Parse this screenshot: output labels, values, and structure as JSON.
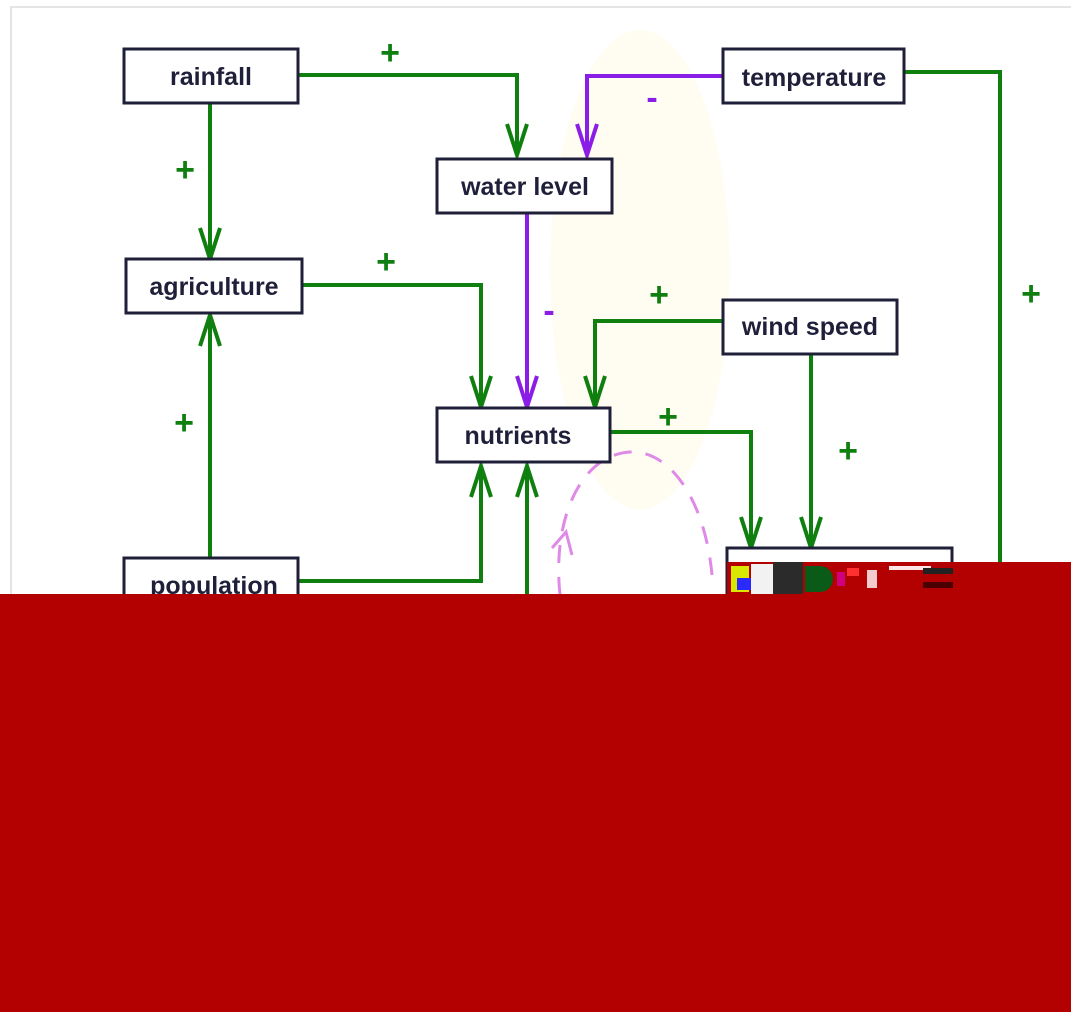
{
  "nodes": {
    "rainfall": "rainfall",
    "temperature": "temperature",
    "water_level": "water level",
    "agriculture": "agriculture",
    "wind_speed": "wind speed",
    "nutrients": "nutrients",
    "population": "population"
  },
  "signs": {
    "rainfall_water_level": "+",
    "temperature_water_level": "-",
    "rainfall_agriculture": "+",
    "agriculture_nutrients": "+",
    "water_level_nutrients": "-",
    "wind_speed_nutrients": "+",
    "temperature_right": "+",
    "population_agriculture": "+",
    "nutrients_out": "+",
    "wind_speed_down": "+"
  },
  "colors": {
    "positive": "#0f7f10",
    "negative": "#8b1ee6",
    "loop": "#e08ae8",
    "redaction": "#b30000"
  }
}
